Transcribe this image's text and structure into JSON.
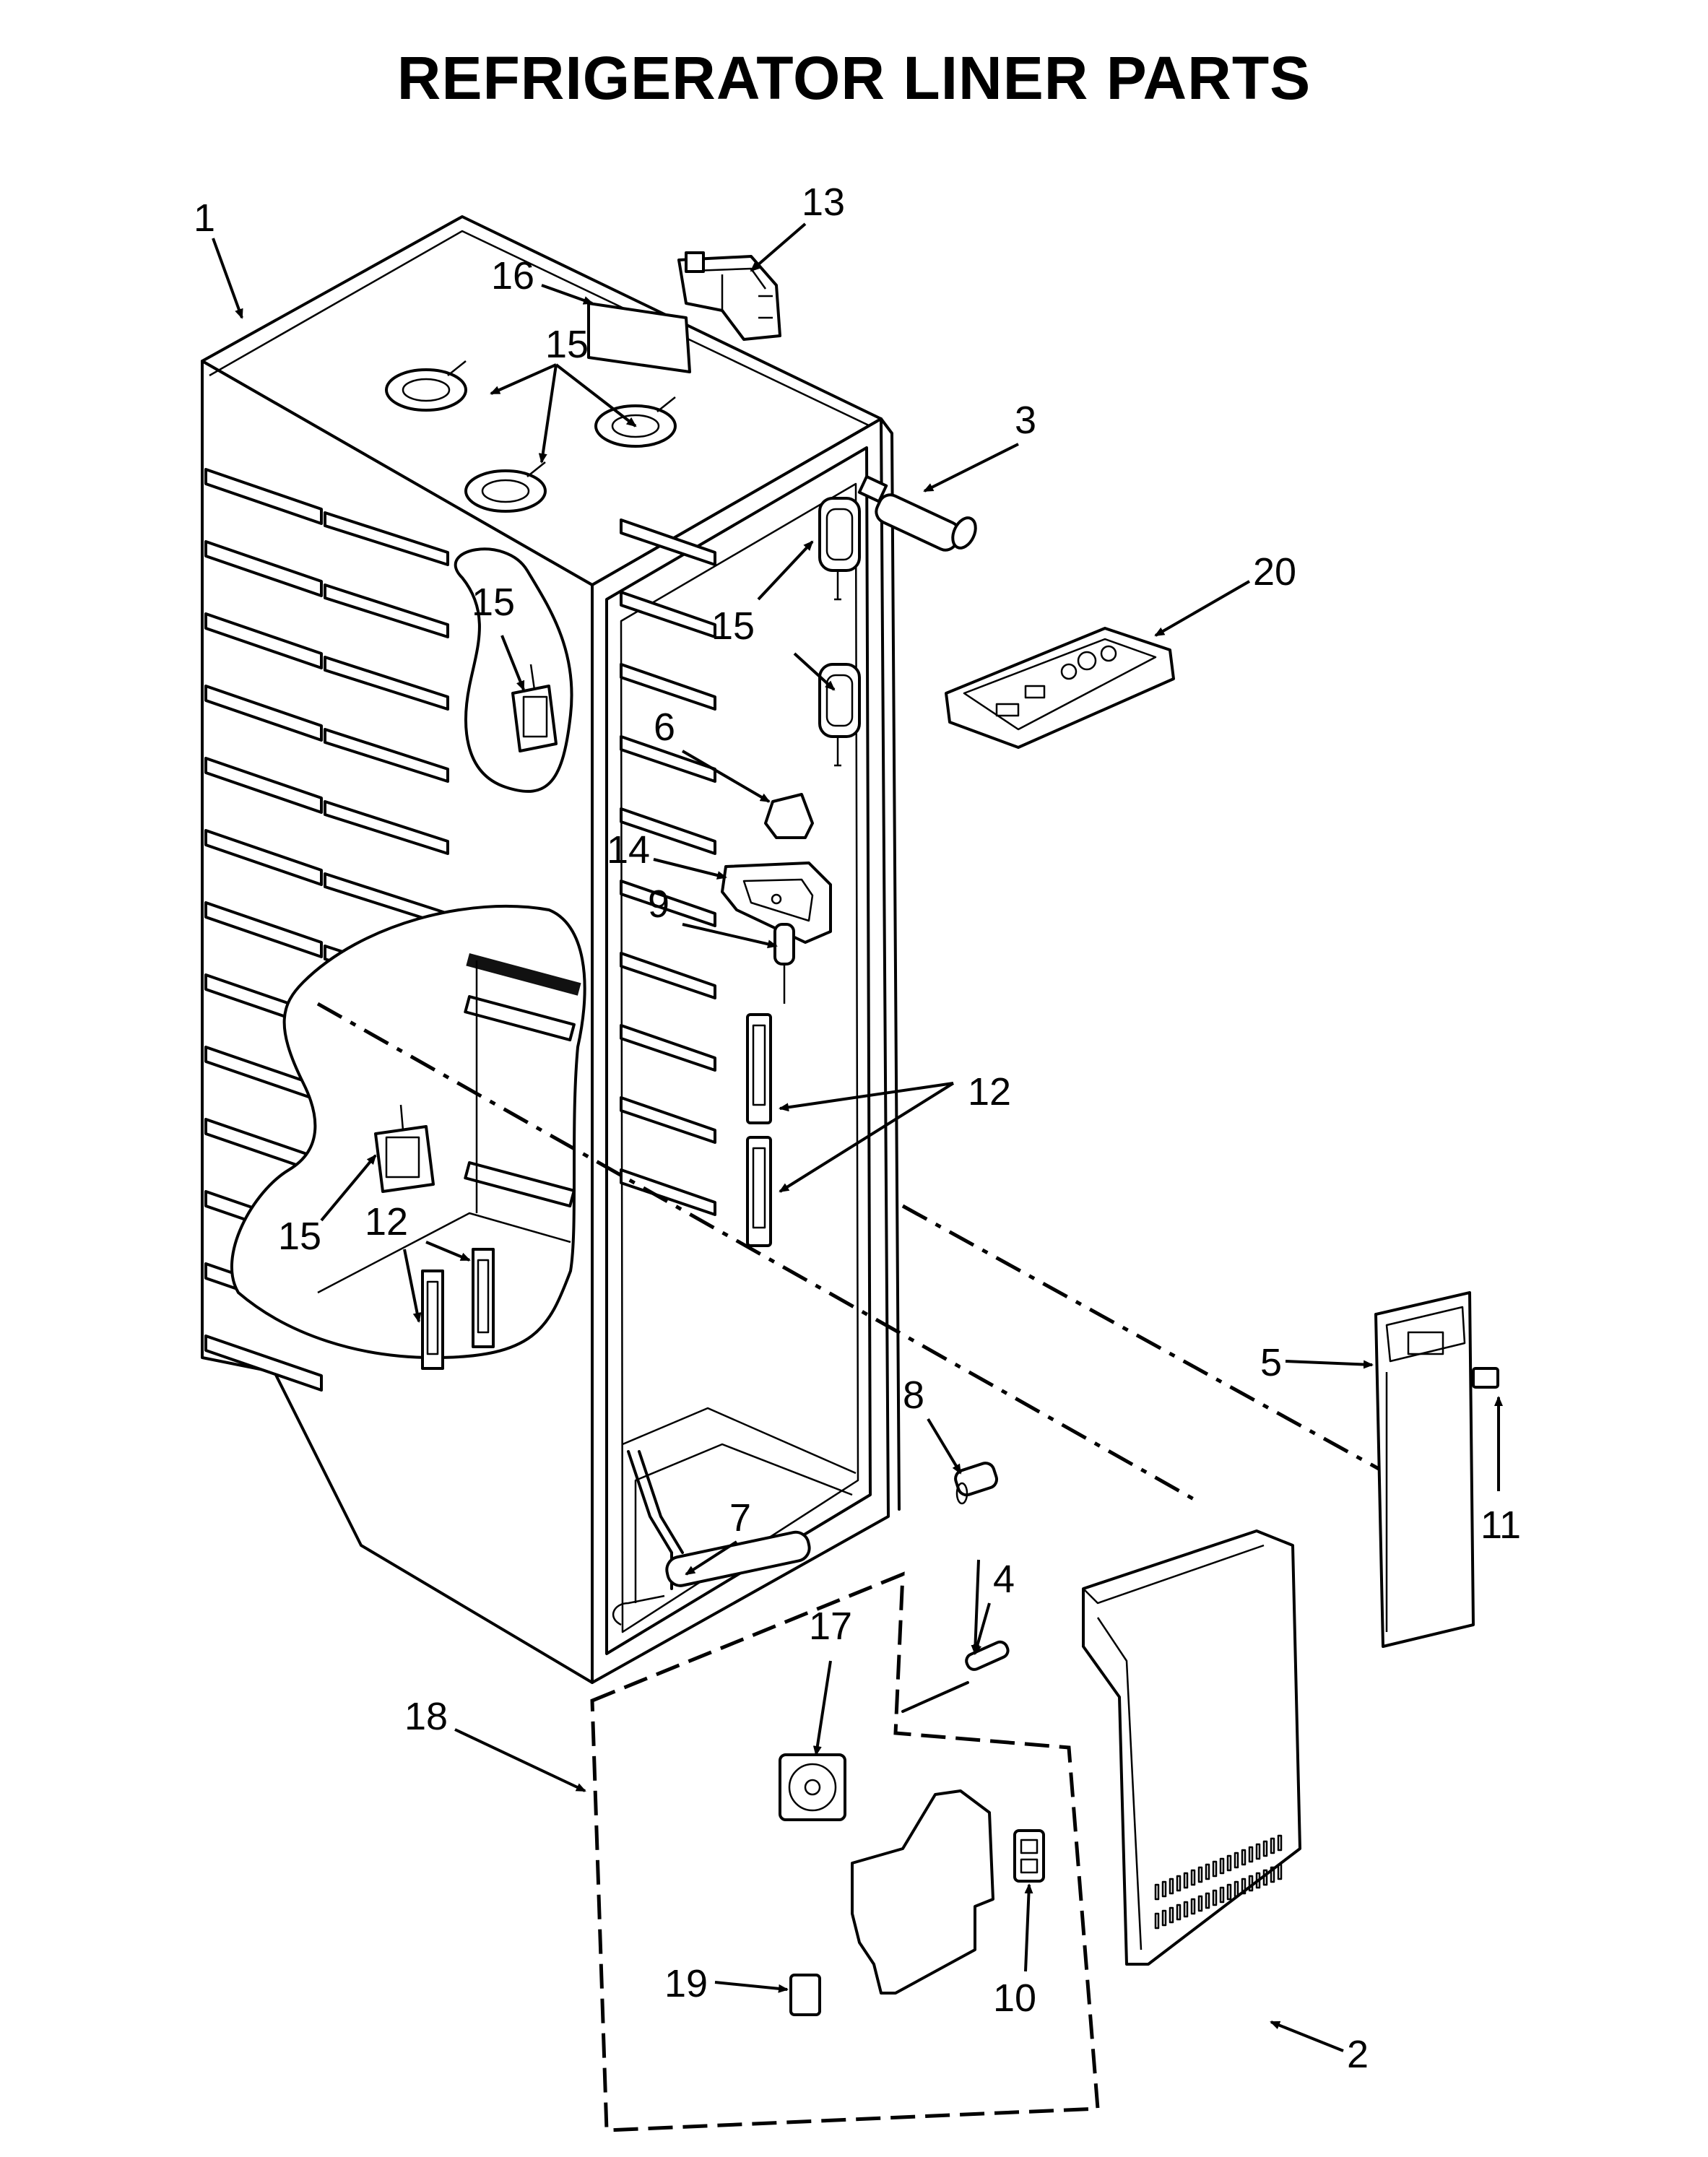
{
  "title": "REFRIGERATOR LINER PARTS",
  "callouts": [
    {
      "id": "c1",
      "label": "1"
    },
    {
      "id": "c2",
      "label": "2"
    },
    {
      "id": "c3",
      "label": "3"
    },
    {
      "id": "c4",
      "label": "4"
    },
    {
      "id": "c5",
      "label": "5"
    },
    {
      "id": "c6",
      "label": "6"
    },
    {
      "id": "c7",
      "label": "7"
    },
    {
      "id": "c8",
      "label": "8"
    },
    {
      "id": "c9",
      "label": "9"
    },
    {
      "id": "c10",
      "label": "10"
    },
    {
      "id": "c11",
      "label": "11"
    },
    {
      "id": "c12a",
      "label": "12"
    },
    {
      "id": "c12b",
      "label": "12"
    },
    {
      "id": "c13",
      "label": "13"
    },
    {
      "id": "c14",
      "label": "14"
    },
    {
      "id": "c15a",
      "label": "15"
    },
    {
      "id": "c15b",
      "label": "15"
    },
    {
      "id": "c15c",
      "label": "15"
    },
    {
      "id": "c15d",
      "label": "15"
    },
    {
      "id": "c16",
      "label": "16"
    },
    {
      "id": "c17",
      "label": "17"
    },
    {
      "id": "c18",
      "label": "18"
    },
    {
      "id": "c19",
      "label": "19"
    },
    {
      "id": "c20",
      "label": "20"
    }
  ]
}
